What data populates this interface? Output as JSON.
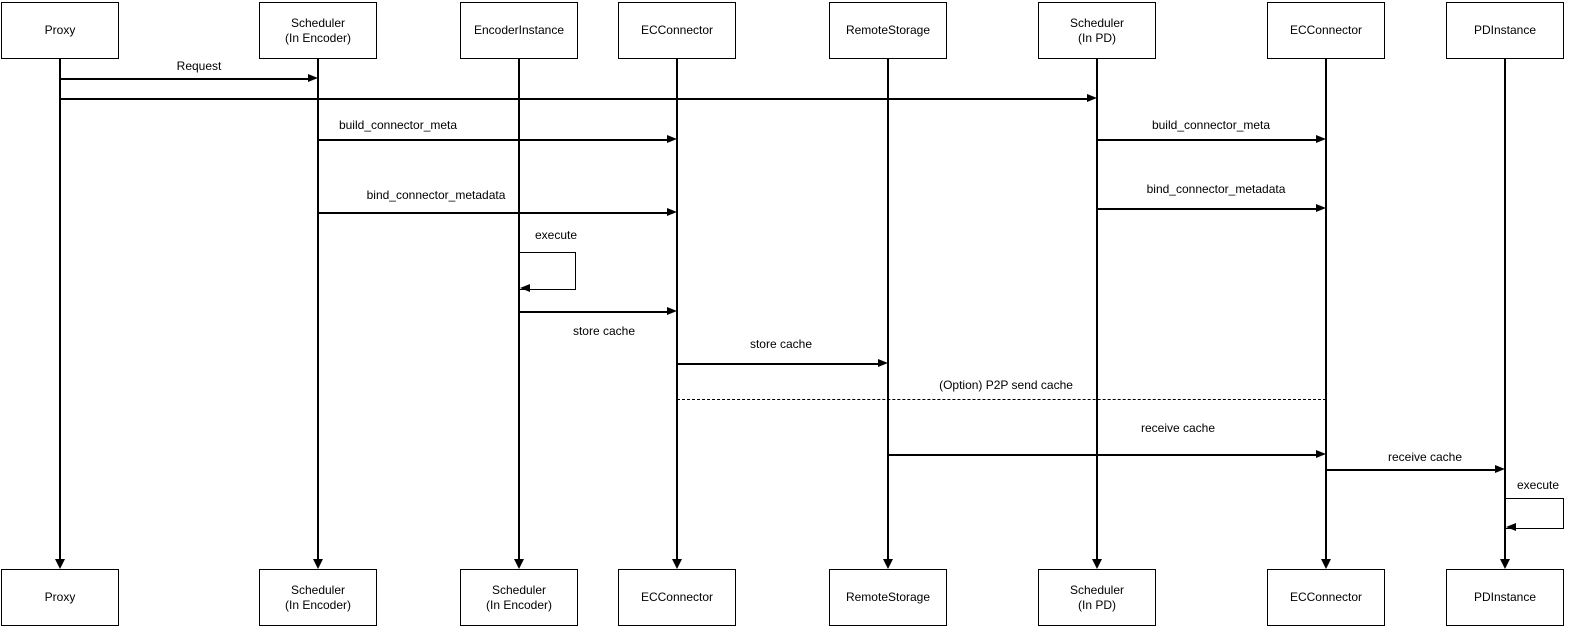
{
  "diagram": {
    "type": "uml-sequence",
    "colors": {
      "background": "#ffffff",
      "line": "#000000",
      "text": "#000000"
    },
    "actors": [
      {
        "id": "proxy",
        "top_label": "Proxy",
        "bottom_label": "Proxy"
      },
      {
        "id": "scheduler-encoder",
        "top_label": "Scheduler\n(In Encoder)",
        "bottom_label": "Scheduler\n(In Encoder)"
      },
      {
        "id": "encoder-instance",
        "top_label": "EncoderInstance",
        "bottom_label": "Scheduler\n(In Encoder)"
      },
      {
        "id": "ec-connector-encoder",
        "top_label": "ECConnector",
        "bottom_label": "ECConnector"
      },
      {
        "id": "remote-storage",
        "top_label": "RemoteStorage",
        "bottom_label": "RemoteStorage"
      },
      {
        "id": "scheduler-pd",
        "top_label": "Scheduler\n(In PD)",
        "bottom_label": "Scheduler\n(In PD)"
      },
      {
        "id": "ec-connector-pd",
        "top_label": "ECConnector",
        "bottom_label": "ECConnector"
      },
      {
        "id": "pd-instance",
        "top_label": "PDInstance",
        "bottom_label": "PDInstance"
      }
    ],
    "messages": {
      "request": {
        "label": "Request",
        "from": "Proxy",
        "to": "Scheduler (In Encoder)",
        "line": "solid"
      },
      "proxy_to_pd_scheduler": {
        "label": "",
        "from": "Proxy",
        "to": "Scheduler (In PD)",
        "line": "solid"
      },
      "build_meta_encoder": {
        "label": "build_connector_meta",
        "from": "Scheduler (In Encoder)",
        "to": "ECConnector",
        "line": "solid"
      },
      "build_meta_pd": {
        "label": "build_connector_meta",
        "from": "Scheduler (In PD)",
        "to": "ECConnector",
        "line": "solid"
      },
      "bind_metadata_encoder": {
        "label": "bind_connector_metadata",
        "from": "Scheduler (In Encoder)",
        "to": "ECConnector",
        "line": "solid"
      },
      "bind_metadata_pd": {
        "label": "bind_connector_metadata",
        "from": "Scheduler (In PD)",
        "to": "ECConnector",
        "line": "solid"
      },
      "execute_encoder": {
        "label": "execute",
        "from": "EncoderInstance",
        "to": "EncoderInstance",
        "line": "solid",
        "self_message": true
      },
      "encoder_store_cache": {
        "label": "store cache",
        "from": "EncoderInstance",
        "to": "ECConnector",
        "line": "solid"
      },
      "store_cache_remote": {
        "label": "store cache",
        "from": "ECConnector",
        "to": "RemoteStorage",
        "line": "solid"
      },
      "p2p_send_cache": {
        "label": "(Option) P2P send cache",
        "from": "ECConnector",
        "to": "ECConnector (PD side)",
        "line": "dashed"
      },
      "receive_cache_remote": {
        "label": "receive cache",
        "from": "RemoteStorage",
        "to": "ECConnector (PD side)",
        "line": "solid"
      },
      "receive_cache_pd": {
        "label": "receive cache",
        "from": "ECConnector (PD side)",
        "to": "PDInstance",
        "line": "solid"
      },
      "execute_pd": {
        "label": "execute",
        "from": "PDInstance",
        "to": "PDInstance",
        "line": "solid",
        "self_message": true
      }
    }
  }
}
